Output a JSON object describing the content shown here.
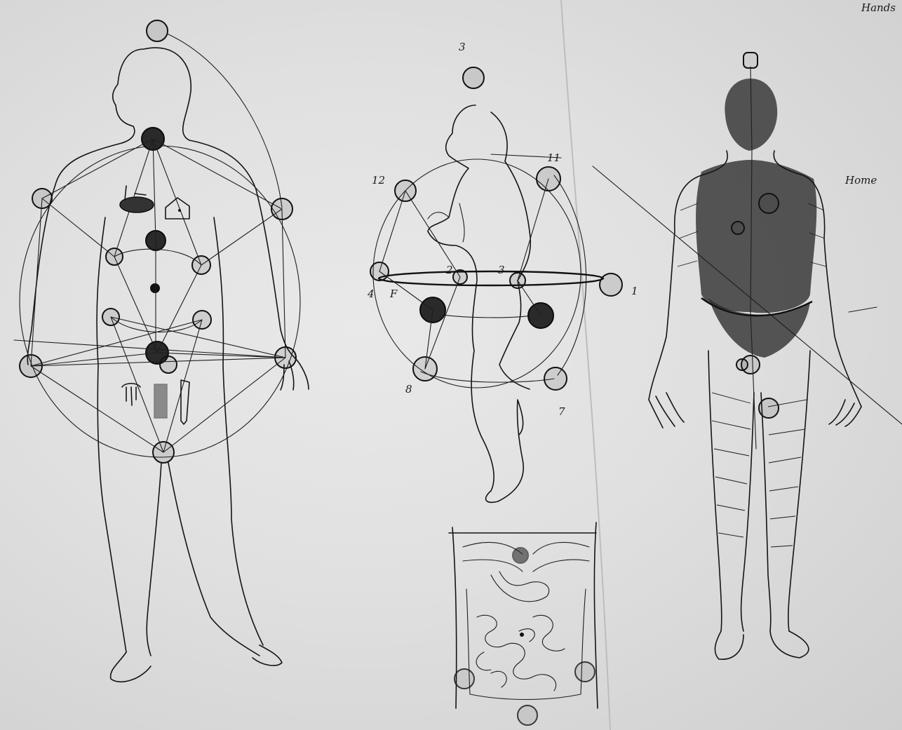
{
  "sheet": {
    "paper_color": "#e4e4e4",
    "ink_color": "#141414",
    "figures": [
      "figure-outline-front",
      "figure-running",
      "figure-shaded-front",
      "abdomen-viscera-study"
    ]
  },
  "annotations": {
    "top_right_word": "Hands",
    "right_margin_word": "Home",
    "running_figure_top_mark": "3",
    "running_left_mark": "12",
    "running_right_mark": "11",
    "running_waist_left_a": "4",
    "running_waist_left_b": "F",
    "running_waist_mid_a": "2",
    "running_waist_mid_b": "3",
    "running_right_edge": "1",
    "running_bottom_left": "8",
    "running_bottom_right": "7"
  }
}
